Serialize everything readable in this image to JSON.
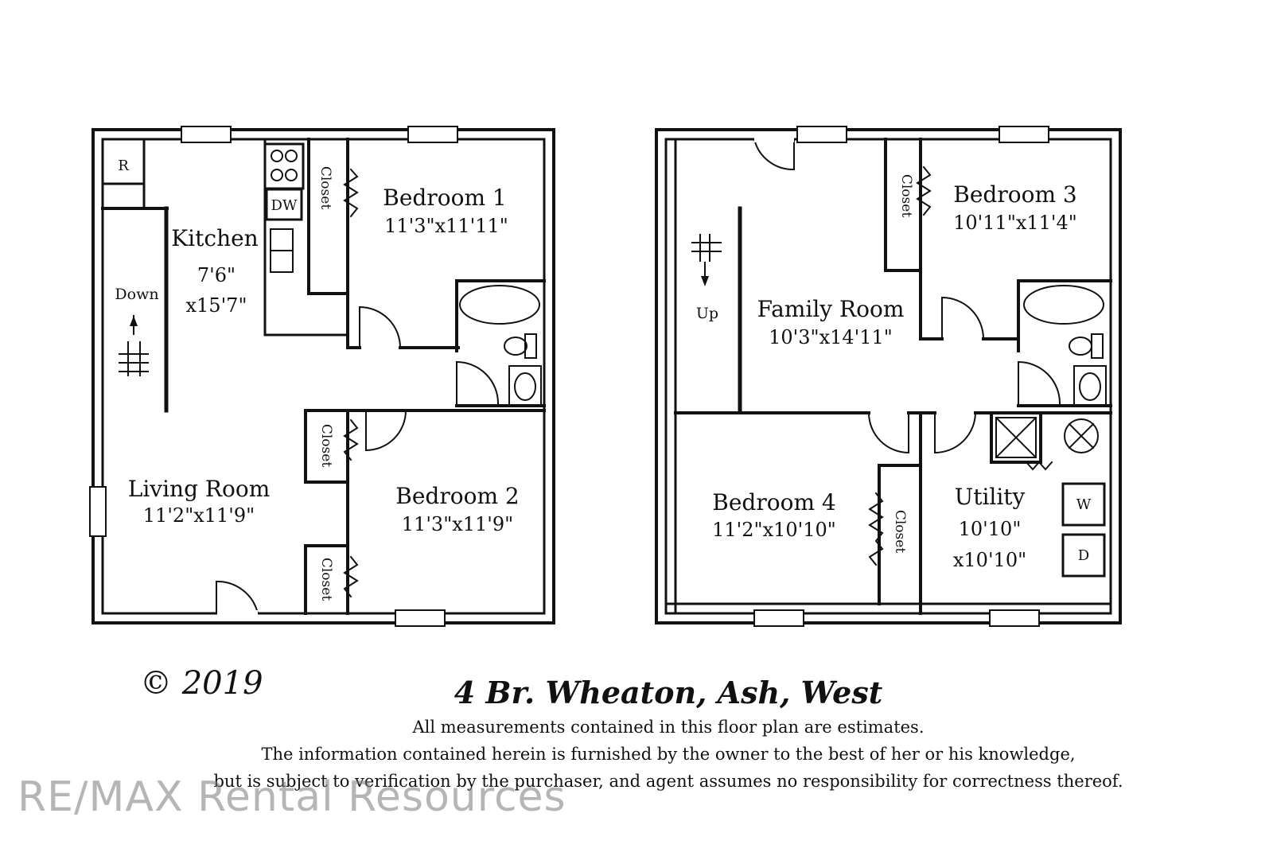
{
  "first_floor": {
    "rooms": {
      "kitchen": {
        "name": "Kitchen",
        "dim1": "7'6\"",
        "dim2": "x15'7\""
      },
      "bedroom1": {
        "name": "Bedroom 1",
        "dim": "11'3\"x11'11\""
      },
      "living": {
        "name": "Living Room",
        "dim": "11'2\"x11'9\""
      },
      "bedroom2": {
        "name": "Bedroom 2",
        "dim": "11'3\"x11'9\""
      }
    },
    "closet_label": "Closet",
    "stair_label": "Down",
    "fixtures": {
      "refrigerator": "R",
      "dishwasher": "DW"
    }
  },
  "second_floor": {
    "rooms": {
      "bedroom3": {
        "name": "Bedroom 3",
        "dim": "10'11\"x11'4\""
      },
      "family": {
        "name": "Family Room",
        "dim": "10'3\"x14'11\""
      },
      "bedroom4": {
        "name": "Bedroom 4",
        "dim": "11'2\"x10'10\""
      },
      "utility": {
        "name": "Utility",
        "dim1": "10'10\"",
        "dim2": "x10'10\""
      }
    },
    "closet_label": "Closet",
    "stair_label": "Up",
    "fixtures": {
      "washer": "W",
      "dryer": "D"
    }
  },
  "footer": {
    "copyright": "© 2019",
    "title": "4 Br. Wheaton, Ash, West",
    "disclaimer_line1": "All measurements contained in this floor plan are estimates.",
    "disclaimer_line2": "The information contained herein is furnished by the owner to the best of her or his knowledge,",
    "disclaimer_line3": "but is subject to verification by the purchaser, and agent assumes no responsibility for correctness thereof."
  },
  "watermark": "RE/MAX Rental Resources"
}
